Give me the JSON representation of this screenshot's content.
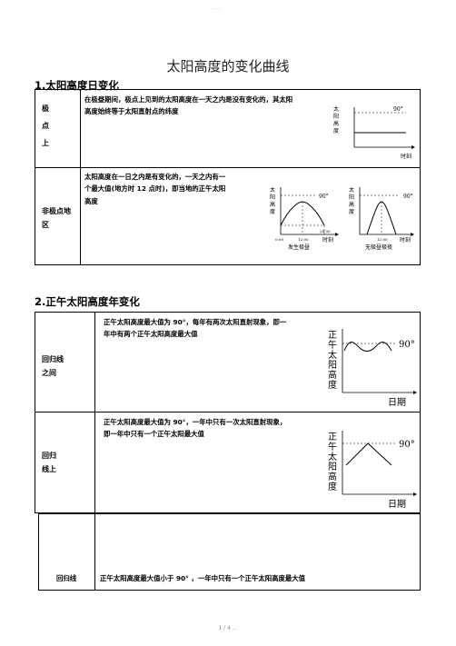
{
  "header_mark": "........",
  "title": "太阳高度的变化曲线",
  "section1": {
    "heading": "1.太阳高度日变化",
    "row1": {
      "label_lines": [
        "极",
        "点",
        "上"
      ],
      "text_lines": [
        "在极昼期间，极点上见到的太阳高度在一天之内是没有变化的，其太阳",
        "高度始终等于太阳直射点的纬度"
      ],
      "chart": {
        "ylabel_chars": [
          "太",
          "阳",
          "高",
          "度"
        ],
        "value_label": "90°",
        "xlabel": "时刻"
      }
    },
    "row2": {
      "label_lines": [
        "非极点地",
        "区"
      ],
      "text_lines": [
        "太阳高度在一日之内是有变化的，一天之内有一",
        "个最大值(地方时 12 点时)，即当地的正午太阳",
        "高度"
      ],
      "chart_left": {
        "ylabel_chars": [
          "太",
          "阳",
          "高",
          "度"
        ],
        "value_label": "90°",
        "ticks": [
          "0:00",
          "12:00",
          "24:00"
        ],
        "xlabel": "时刻",
        "caption": "发生极昼"
      },
      "chart_right": {
        "ylabel_chars": [
          "太",
          "阳",
          "高",
          "度"
        ],
        "value_label": "90°",
        "ticks": [
          "12:00"
        ],
        "xlabel": "时刻",
        "caption": "无极昼极夜"
      }
    }
  },
  "section2": {
    "heading": "2.正午太阳高度年变化",
    "row1": {
      "label_lines": [
        "回归线",
        "之间"
      ],
      "text_lines": [
        "正午太阳高度最大值为 90°，每年有两次太阳直射现象，即一",
        "年中有两个正午太阳高度最大值"
      ],
      "chart": {
        "ylabel_chars": [
          "正",
          "午",
          "太",
          "阳",
          "高",
          "度"
        ],
        "value_label": "90°",
        "xlabel": "日期"
      }
    },
    "row2": {
      "label_lines": [
        "回归",
        "线上"
      ],
      "text_lines": [
        "正午太阳高度最大值为 90°，一年中只有一次太阳直射现象，",
        "即一年中只有一个正午太阳最大值"
      ],
      "chart": {
        "ylabel_chars": [
          "正",
          "午",
          "太",
          "阳",
          "高",
          "度"
        ],
        "value_label": "90°",
        "xlabel": "日期"
      }
    },
    "row3": {
      "label": "回归线",
      "text": "正午太阳高度最大值小于 90° ，一年中只有一个正午太阳高度最大值"
    }
  },
  "footer": "1 / 4 ..."
}
